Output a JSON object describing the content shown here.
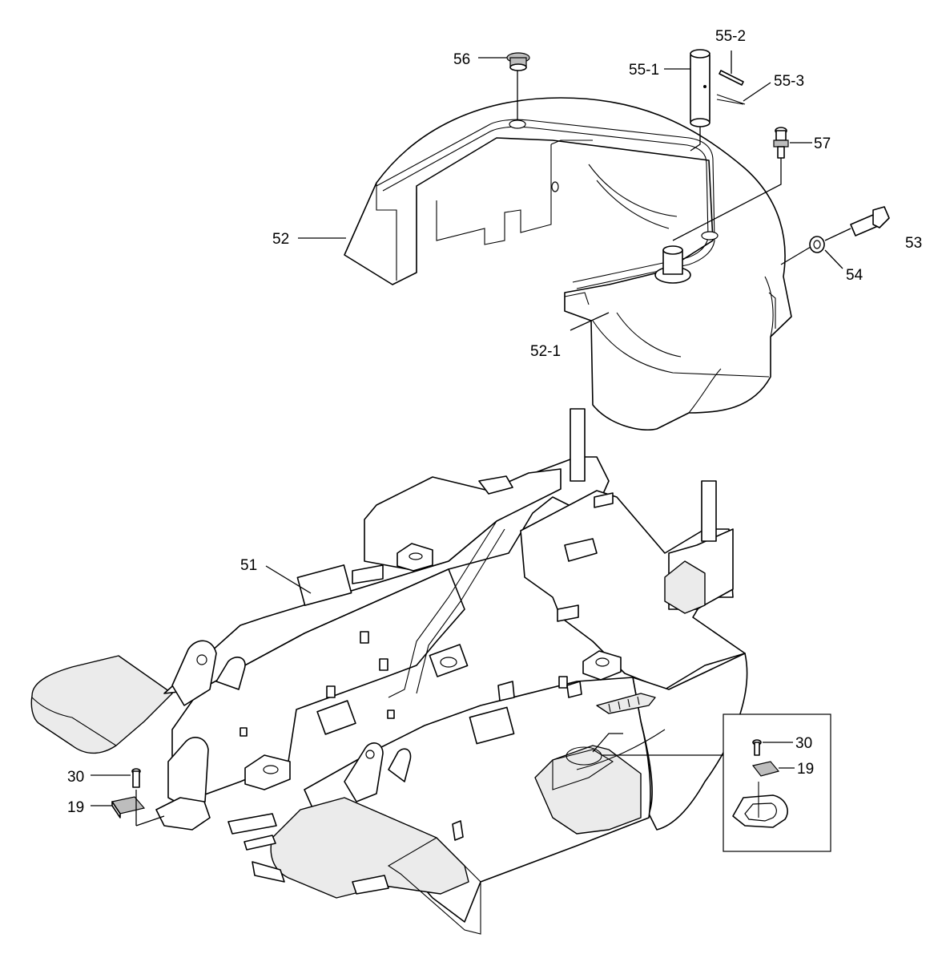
{
  "labels": {
    "p56": "56",
    "p55_1": "55-1",
    "p55_2": "55-2",
    "p55_3": "55-3",
    "p57": "57",
    "p52": "52",
    "p53": "53",
    "p54": "54",
    "p52_1": "52-1",
    "p51": "51",
    "p30": "30",
    "p19": "19",
    "inset_p30": "30",
    "inset_p19": "19"
  }
}
